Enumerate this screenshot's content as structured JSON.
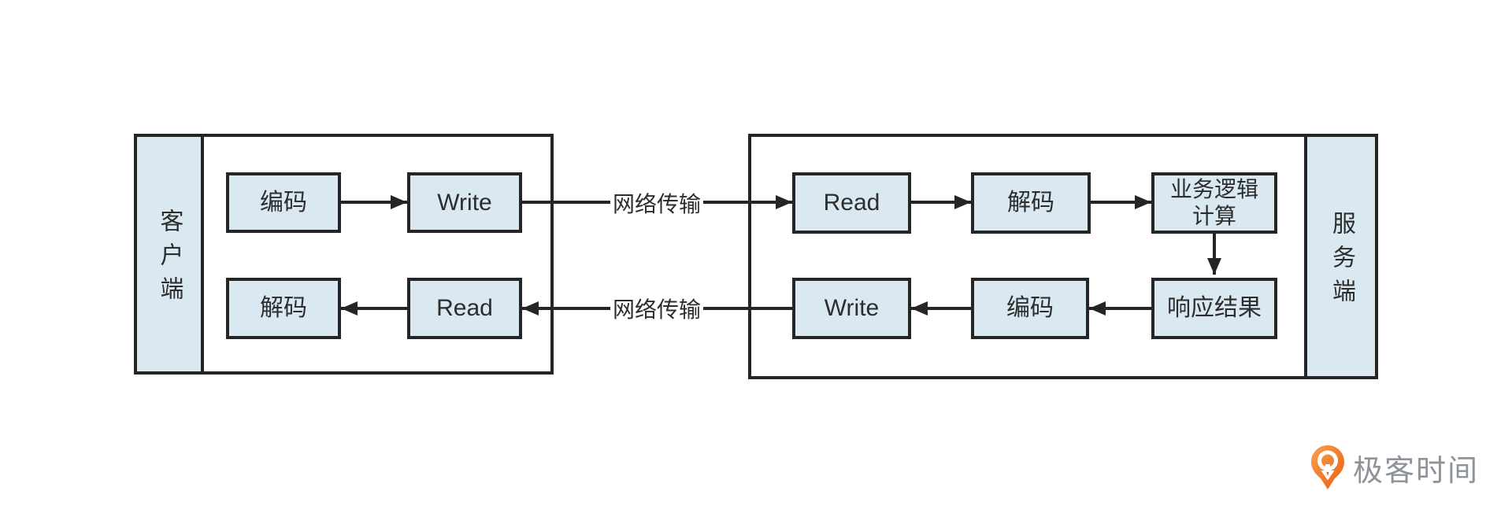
{
  "diagram_title": "client-server-network-transmission-flow",
  "client": {
    "label": "客户端",
    "encode": "编码",
    "write": "Write",
    "decode": "解码",
    "read": "Read"
  },
  "server": {
    "label": "服务端",
    "read": "Read",
    "decode": "解码",
    "logic_line1": "业务逻辑",
    "logic_line2": "计算",
    "result": "响应结果",
    "encode": "编码",
    "write": "Write"
  },
  "links": {
    "request_label": "网络传输",
    "response_label": "网络传输"
  },
  "logo": {
    "brand": "极客时间",
    "icon": "geektime-pin-icon"
  },
  "colors": {
    "node_fill": "#d9e8f1",
    "line": "#252525",
    "text": "#2d2d2d",
    "background": "#ffffff",
    "logo_orange_light": "#f7a24f",
    "logo_orange_dark": "#e95f10",
    "logo_text_gray": "#8e9399"
  }
}
